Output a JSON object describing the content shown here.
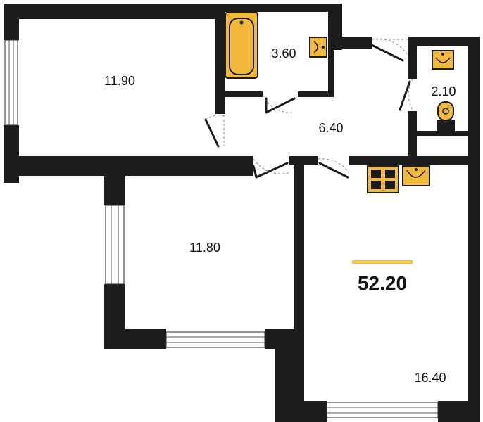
{
  "rooms": {
    "room_top_left": "11.90",
    "bathroom": "3.60",
    "hallway": "6.40",
    "toilet": "2.10",
    "room_bottom_left": "11.80",
    "kitchen_living": "16.40"
  },
  "total_area": "52.20",
  "colors": {
    "wall": "#1c1c1c",
    "fixture": "#f2b83a",
    "accent_bar": "#f5c243",
    "background": "#ffffff"
  }
}
